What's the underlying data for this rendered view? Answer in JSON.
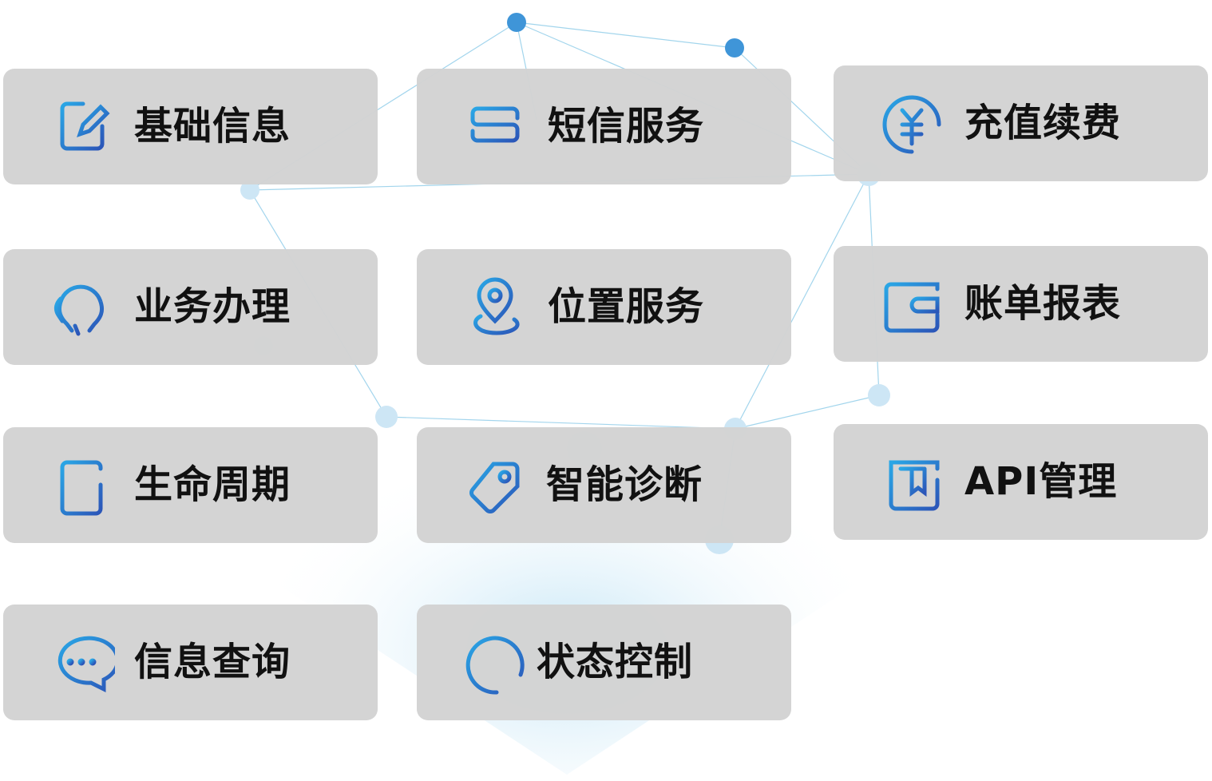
{
  "colors": {
    "card_bg": "#d3d3d3",
    "icon_start": "#2aa7e6",
    "icon_end": "#2b55b8",
    "text": "#111111"
  },
  "cards": [
    {
      "label": "基础信息",
      "icon": "edit-icon"
    },
    {
      "label": "短信服务",
      "icon": "sms-icon"
    },
    {
      "label": "充值续费",
      "icon": "yuan-coin-icon"
    },
    {
      "label": "业务办理",
      "icon": "business-icon"
    },
    {
      "label": "位置服务",
      "icon": "location-icon"
    },
    {
      "label": "账单报表",
      "icon": "wallet-icon"
    },
    {
      "label": "生命周期",
      "icon": "document-icon"
    },
    {
      "label": "智能诊断",
      "icon": "tag-icon"
    },
    {
      "label": "API管理",
      "icon": "api-icon"
    },
    {
      "label": "信息查询",
      "icon": "chat-icon"
    },
    {
      "label": "状态控制",
      "icon": "face-icon"
    }
  ]
}
